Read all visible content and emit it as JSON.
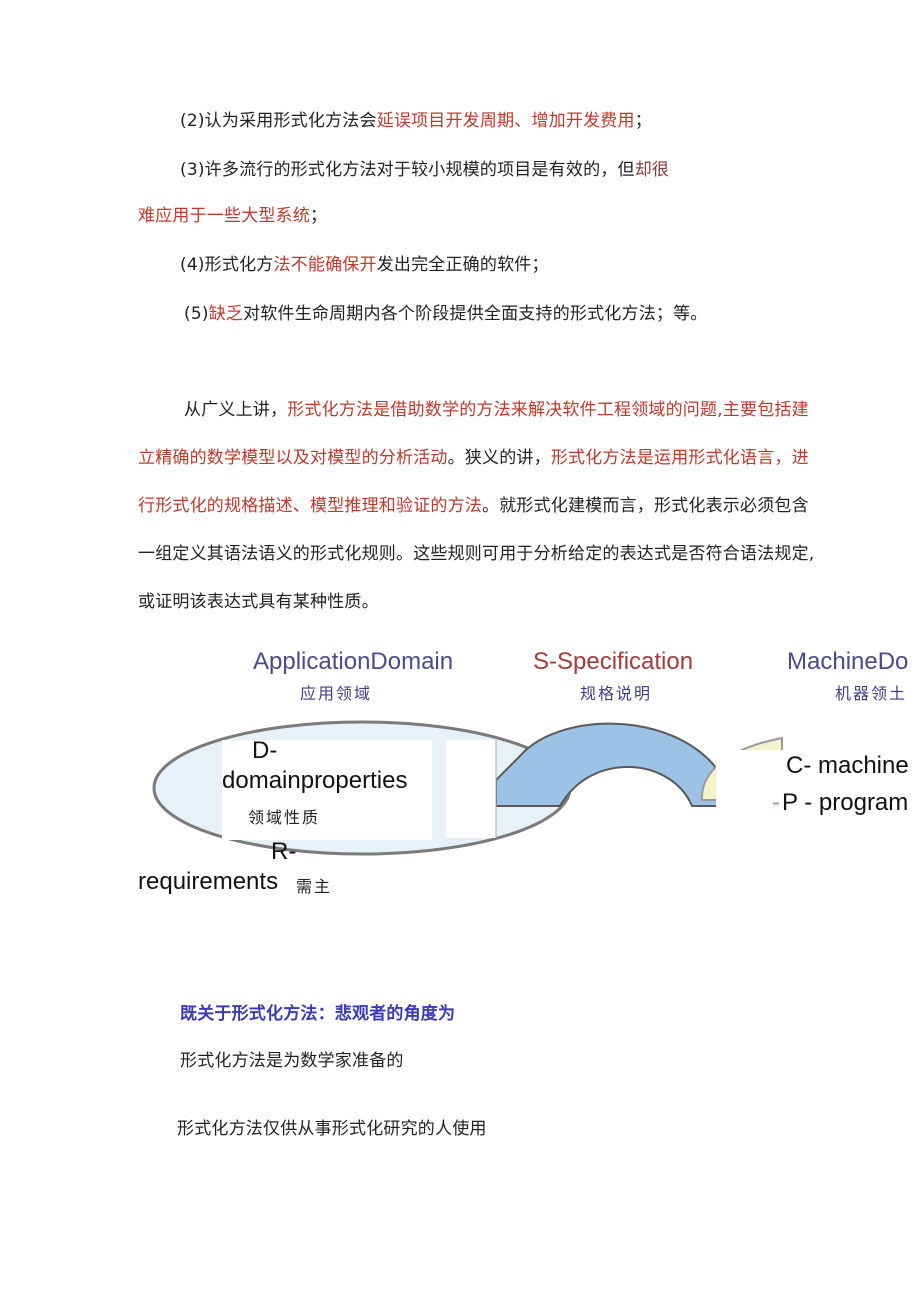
{
  "list": {
    "item2": {
      "prefix": "(2)认为采用形式化方法会",
      "red": "延误项目开发周期、增加开发费用",
      "suffix": "；"
    },
    "item3": {
      "prefix": "(3)许多流行的形式化方法对于较小规模的项目是有效的，但",
      "brown": "却很",
      "line2_red": "难应用于一些大型系统",
      "line2_suffix": "；"
    },
    "item4": {
      "prefix": "(4)形式化方",
      "red": "法不能确保开",
      "suffix": "发出完全正确的软件；"
    },
    "item5": {
      "prefix": "(5)",
      "red": "缺乏",
      "suffix": "对软件生命周期内各个阶段提供全面支持的形式化方法；等。"
    }
  },
  "paragraph": {
    "l1_plain": "从广义上讲，",
    "l1_red": "形式化方法是借助数学的方法来解决软件工程领域的问题,主要包括建",
    "l2_red": "立精确的数学模型以及对模型的分析活动",
    "l2_plain": "。狭义的讲，",
    "l2_red2": "形式化方法是运用形式化语言，进",
    "l3_red": "行形式化的规格描述、模型推理和验证的方法",
    "l3_plain": "。就形式化建模而言，形式化表示必须包含",
    "l4": "一组定义其语法语义的形式化规则。这些规则可用于分析给定的表达式是否符合语法规定,",
    "l5": "或证明该表达式具有某种性质。"
  },
  "diagram": {
    "app_domain": "ApplicationDomain",
    "app_domain_cn": "应用领域",
    "spec": "S-Specification",
    "spec_cn": "规格说明",
    "machine_domain": "MachineDo",
    "machine_domain_cn": "机器领土",
    "d_label": "D-",
    "d_label2": "domainproperties",
    "d_cn": "领域性质",
    "r_label": "R-",
    "r_label2": "requirements",
    "r_cn": "需主",
    "c_label": "C- machine",
    "p_label": "P - program",
    "p_dash": "-",
    "colors": {
      "app_title": "#4a4a8c",
      "spec_title": "#a63a3a",
      "machine_title": "#4a4a8c",
      "ring_fill": "#e6f2f8",
      "arc_fill": "#9cc3e6",
      "machine_fill": "#f3f2c8"
    }
  },
  "section": {
    "heading": "既关于形式化方法：悲观者的角度为",
    "line1": "形式化方法是为数学家准备的",
    "line2": "形式化方法仅供从事形式化研究的人使用"
  }
}
